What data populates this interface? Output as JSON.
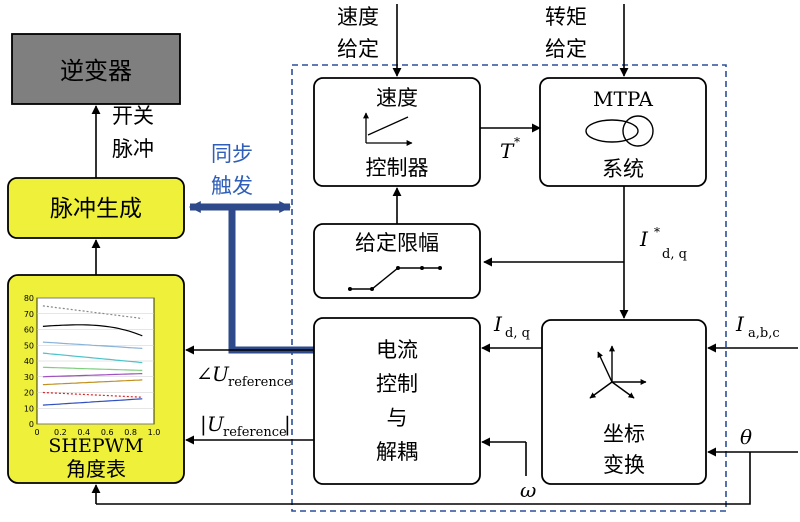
{
  "blocks": {
    "inverter": "逆变器",
    "pulse_gen": "脉冲生成",
    "shepwm_line1": "SHEPWM",
    "shepwm_line2": "角度表",
    "speed_ctrl_line1": "速度",
    "speed_ctrl_line2": "控制器",
    "mtpa_line1": "MTPA",
    "mtpa_line2": "系统",
    "limiter": "给定限幅",
    "current_ctrl": [
      "电流",
      "控制",
      "与",
      "解耦"
    ],
    "coord_line1": "坐标",
    "coord_line2": "变换"
  },
  "labels": {
    "switch_line1": "开关",
    "switch_line2": "脉冲",
    "sync_line1": "同步",
    "sync_line2": "触发",
    "speed_ref_line1": "速度",
    "speed_ref_line2": "给定",
    "torque_ref_line1": "转矩",
    "torque_ref_line2": "给定",
    "T_star": "T",
    "T_star_sup": "*",
    "I_dq_star": "I",
    "I_dq_star_sup": "*",
    "I_dq_star_sub": "d, q",
    "I_dq": "I",
    "I_dq_sub": "d, q",
    "I_abc": "I",
    "I_abc_sub": "a,b,c",
    "theta": "θ",
    "omega": "ω",
    "angle_ref_prefix": "∠",
    "U_ref": "U",
    "U_ref_sub": "reference",
    "mag_ref_prefix": "|"
  },
  "colors": {
    "yellow_block": "#eef03a",
    "gray_block": "#7f7f7f",
    "sync_blue": "#2e4a8a",
    "sync_text": "#2f5fb8",
    "dashed_border": "#2b4f9a"
  },
  "inset_chart": {
    "y_ticks": [
      "0",
      "10",
      "20",
      "30",
      "40",
      "50",
      "60",
      "70",
      "80"
    ],
    "x_ticks": [
      "0",
      "0.2",
      "0.4",
      "0.6",
      "0.8",
      "1.0"
    ]
  }
}
